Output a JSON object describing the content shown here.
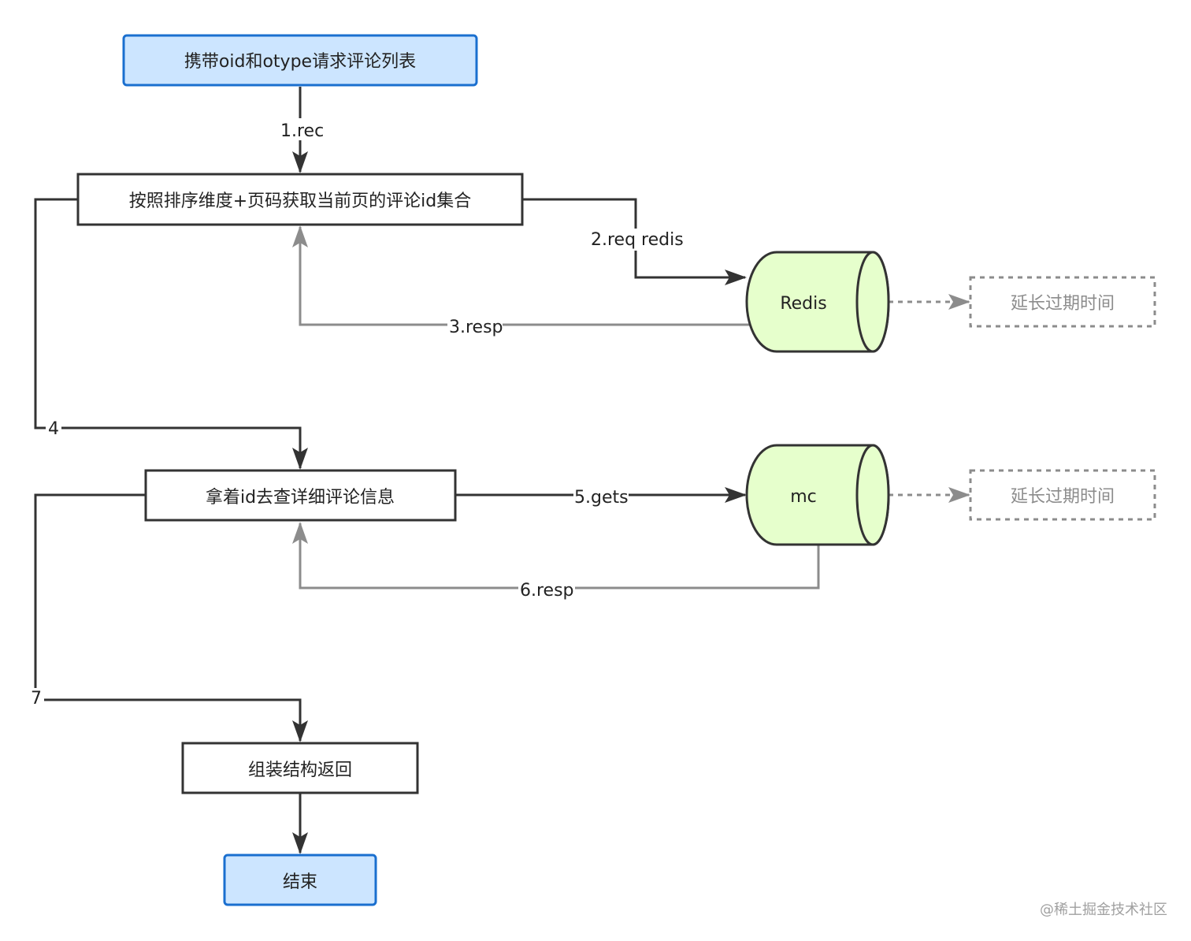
{
  "nodes": {
    "start": "携带oid和otype请求评论列表",
    "fetch_ids": "按照排序维度+页码获取当前页的评论id集合",
    "redis": "Redis",
    "redis_extend": "延长过期时间",
    "fetch_detail": "拿着id去查详细评论信息",
    "mc": "mc",
    "mc_extend": "延长过期时间",
    "assemble": "组装结构返回",
    "end": "结束"
  },
  "edges": {
    "e1": "1.rec",
    "e2": "2.req redis",
    "e3": "3.resp",
    "e4": "4",
    "e5": "5.gets",
    "e6": "6.resp",
    "e7": "7"
  },
  "watermark": "@稀土掘金技术社区",
  "colors": {
    "start_end_fill": "#cce5ff",
    "start_end_stroke": "#1a6fcf",
    "cache_fill": "#e6ffcc",
    "stroke": "#333333",
    "response_edge": "#8c8c8c",
    "dashed": "#8c8c8c"
  }
}
